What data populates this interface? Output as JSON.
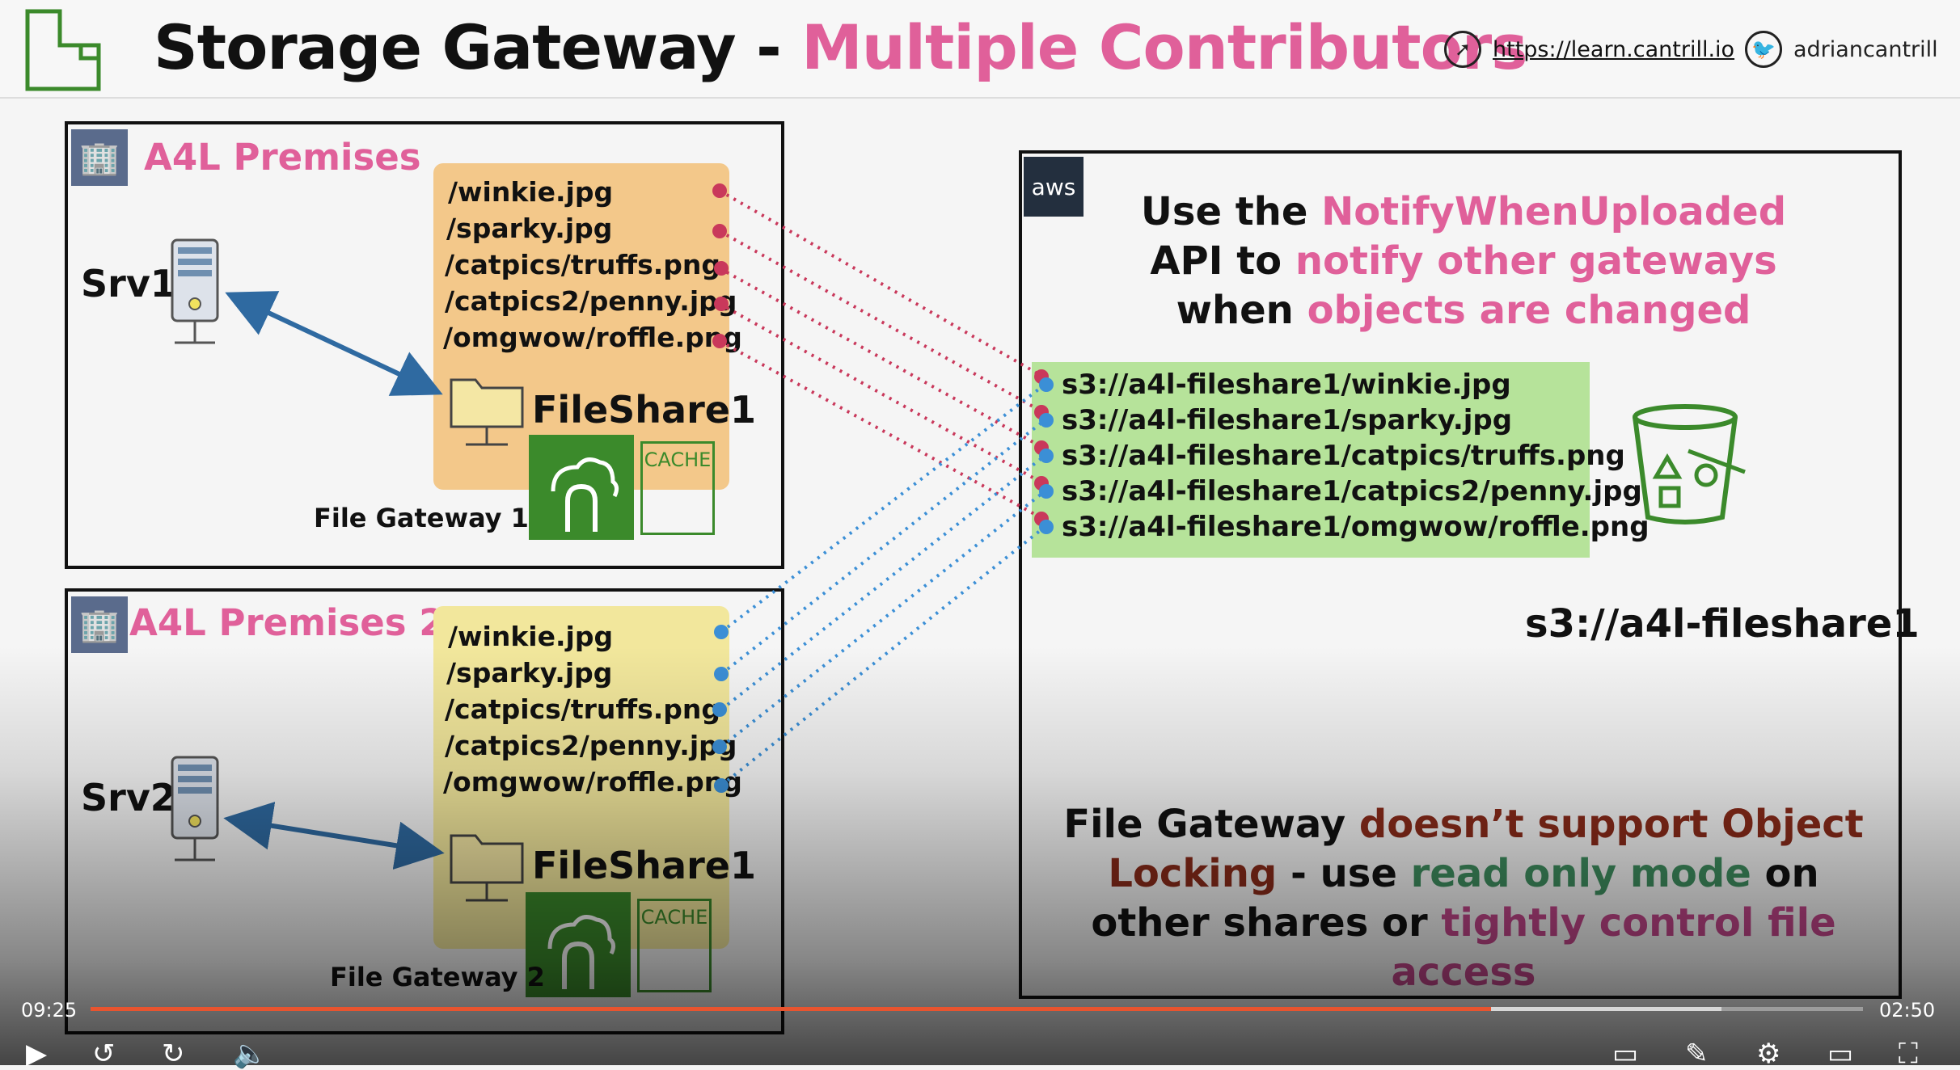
{
  "header": {
    "title_main": "Storage Gateway - ",
    "title_accent": "Multiple Contributors",
    "link_url": "https://learn.cantrill.io",
    "twitter_handle": "adriancantrill"
  },
  "premises1": {
    "label": "A4L Premises",
    "server": "Srv1",
    "files": [
      "/winkie.jpg",
      "/sparky.jpg",
      "/catpics/truffs.png",
      "/catpics2/penny.jpg",
      "/omgwow/roffle.png"
    ],
    "share": "FileShare1",
    "cache": "CACHE",
    "gateway": "File Gateway 1"
  },
  "premises2": {
    "label": "A4L Premises 2",
    "server": "Srv2",
    "files": [
      "/winkie.jpg",
      "/sparky.jpg",
      "/catpics/truffs.png",
      "/catpics2/penny.jpg",
      "/omgwow/roffle.png"
    ],
    "share": "FileShare1",
    "cache": "CACHE",
    "gateway": "File Gateway 2"
  },
  "aws": {
    "badge": "aws",
    "notify": {
      "l1a": "Use the ",
      "l1b": "NotifyWhenUploaded",
      "l2a": "API to ",
      "l2b": "notify other gateways",
      "l3a": "when ",
      "l3b": "objects are changed"
    },
    "s3_objects": [
      "s3://a4l-fileshare1/winkie.jpg",
      "s3://a4l-fileshare1/sparky.jpg",
      "s3://a4l-fileshare1/catpics/truffs.png",
      "s3://a4l-fileshare1/catpics2/penny.jpg",
      "s3://a4l-fileshare1/omgwow/roffle.png"
    ],
    "bucket": "s3://a4l-fileshare1",
    "lock_note": {
      "a": "File Gateway ",
      "b": "doesn’t support Object Locking",
      "c": " - use ",
      "d": "read only mode",
      "e": " on other shares or ",
      "f": "tightly control file access"
    }
  },
  "player": {
    "elapsed": "09:25",
    "remaining": "02:50",
    "progress": 0.79,
    "buffered": 0.92
  },
  "colors": {
    "accent": "#e0609a",
    "premises1_panel": "#f3c88a",
    "premises2_panel": "#f2e79c",
    "s3_panel": "#b6e39a",
    "progress": "#e8542f"
  }
}
